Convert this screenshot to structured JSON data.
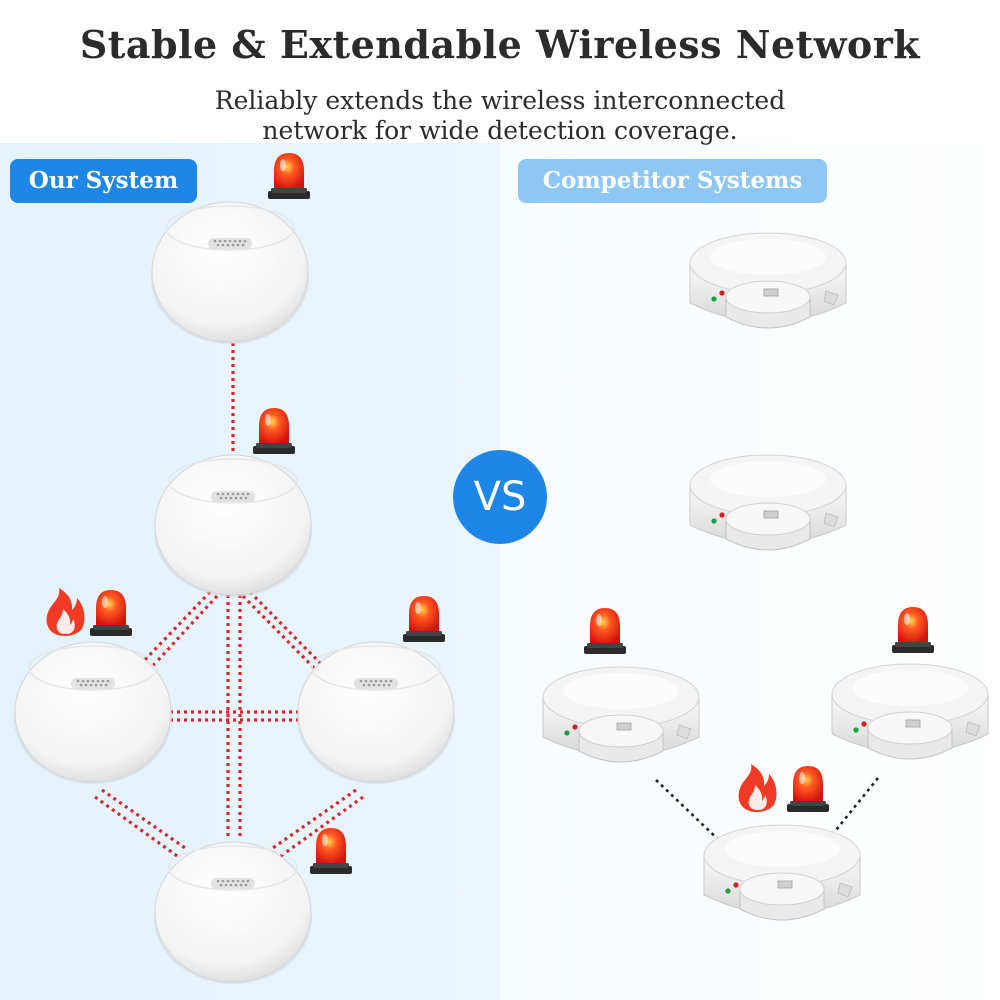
{
  "header": {
    "title": "Stable & Extendable Wireless Network",
    "subtitle_line1": "Reliably extends the wireless interconnected",
    "subtitle_line2": "network for wide detection coverage."
  },
  "left_panel": {
    "label": "Our System"
  },
  "right_panel": {
    "label": "Competitor Systems"
  },
  "vs_label": "VS",
  "colors": {
    "accent_blue": "#1e86e6",
    "light_blue": "#8ec7f4",
    "link_red": "#e0222b",
    "alarm_red": "#ff2a1f",
    "link_black": "#222222"
  },
  "icons": [
    "alarm-beacon-icon",
    "fire-icon",
    "smoke-detector-icon"
  ]
}
